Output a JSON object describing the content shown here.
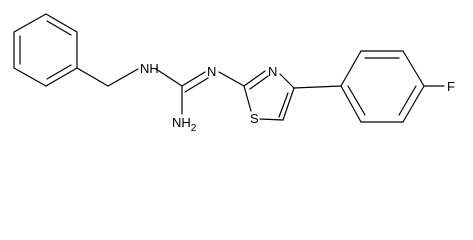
{
  "molecule": {
    "atom_labels": {
      "nh": "NH",
      "n_imine": "N",
      "nh2": "NH",
      "nh2_subscript": "2",
      "n_thiazole": "N",
      "s": "S",
      "f": "F"
    }
  }
}
